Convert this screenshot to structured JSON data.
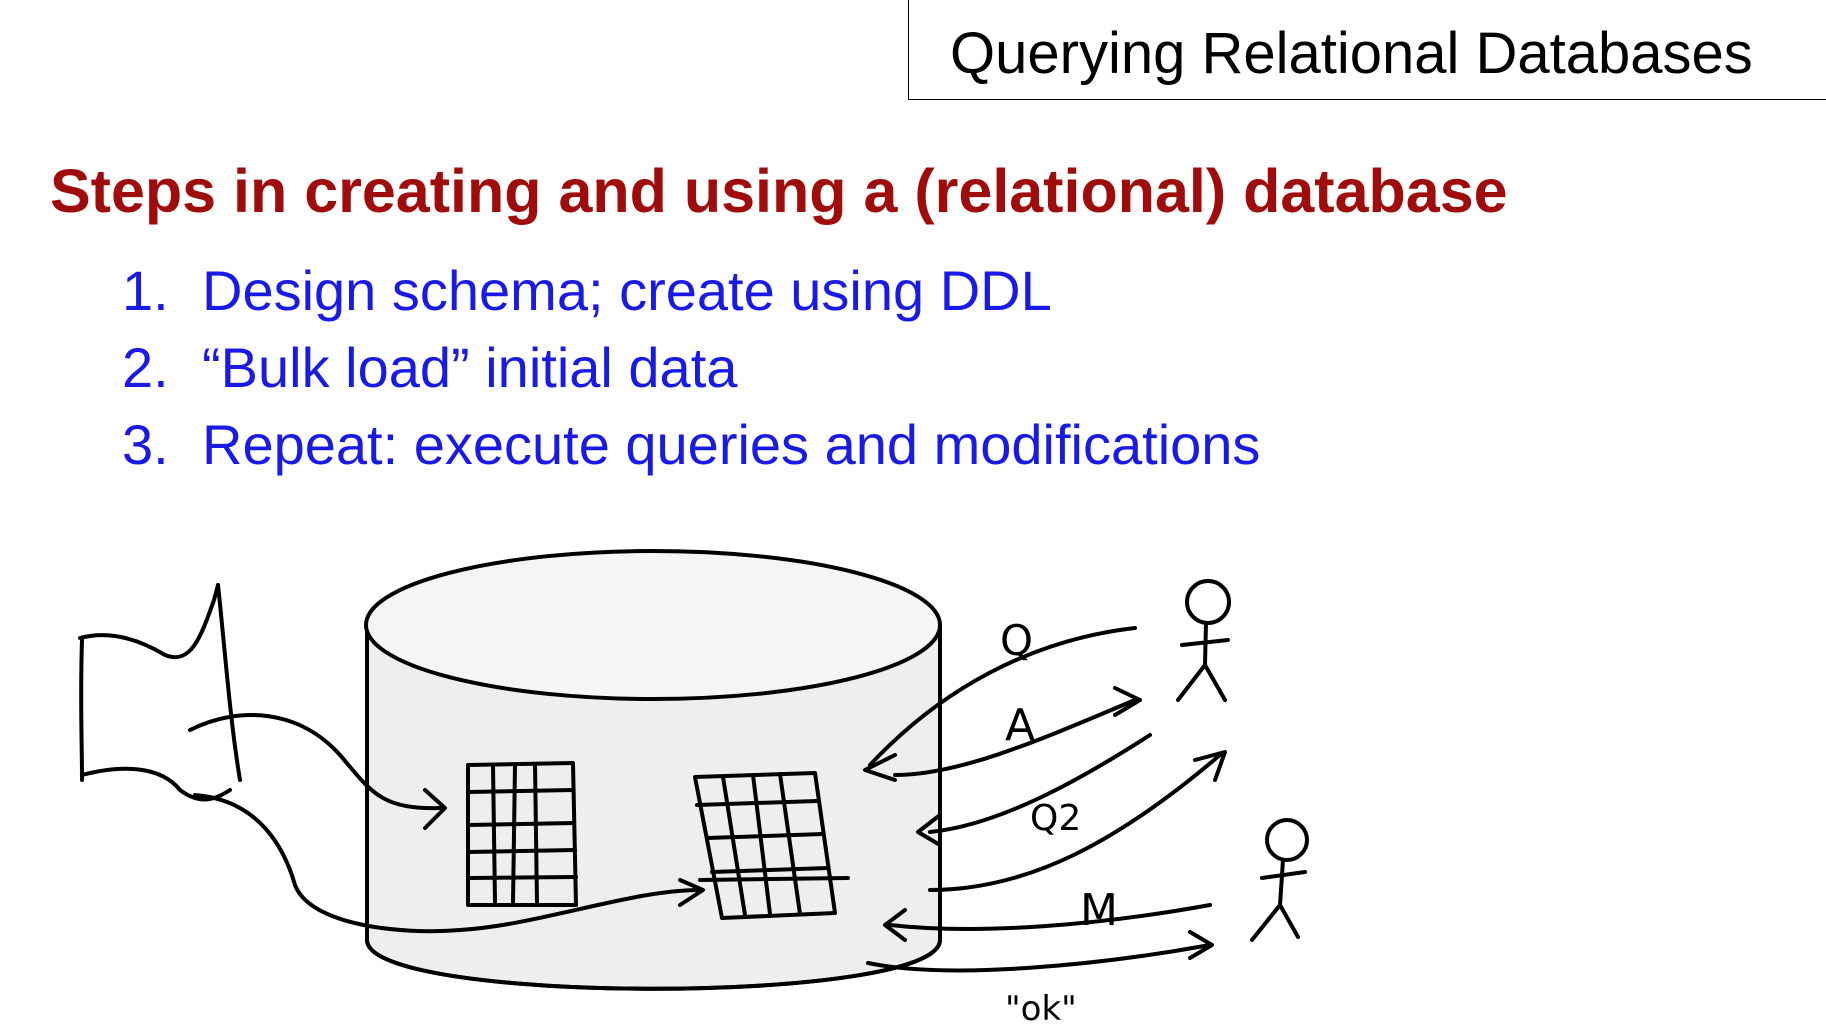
{
  "header": {
    "title": "Querying Relational Databases"
  },
  "slide": {
    "title": "Steps in creating and using a (relational) database",
    "steps": [
      {
        "number": "1.",
        "text": "Design schema; create using DDL"
      },
      {
        "number": "2.",
        "text": "“Bulk load” initial data"
      },
      {
        "number": "3.",
        "text": "Repeat: execute queries and modifications"
      }
    ]
  },
  "sketch": {
    "labels": {
      "query": "Q",
      "answer": "A",
      "query2": "Q2",
      "modification": "M",
      "ok": "\"ok\""
    }
  },
  "colors": {
    "title": "#a00c0c",
    "steps": "#1a1ae6",
    "header_text": "#000000"
  }
}
